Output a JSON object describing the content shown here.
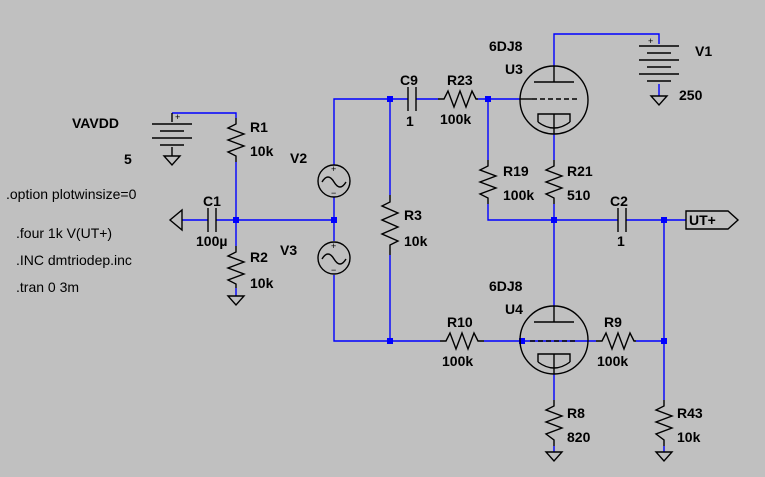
{
  "components": {
    "vavdd": {
      "name": "VAVDD",
      "value": "5"
    },
    "r1": {
      "name": "R1",
      "value": "10k"
    },
    "r2": {
      "name": "R2",
      "value": "10k"
    },
    "c1": {
      "name": "C1",
      "value": "100µ"
    },
    "v2": {
      "name": "V2"
    },
    "v3": {
      "name": "V3"
    },
    "c9": {
      "name": "C9",
      "value": "1"
    },
    "r23": {
      "name": "R23",
      "value": "100k"
    },
    "r3": {
      "name": "R3",
      "value": "10k"
    },
    "u3": {
      "name": "U3",
      "model": "6DJ8"
    },
    "v1": {
      "name": "V1",
      "value": "250"
    },
    "r19": {
      "name": "R19",
      "value": "100k"
    },
    "r21": {
      "name": "R21",
      "value": "510"
    },
    "c2": {
      "name": "C2",
      "value": "1"
    },
    "output": {
      "label": "UT+"
    },
    "u4": {
      "name": "U4",
      "model": "6DJ8"
    },
    "r10": {
      "name": "R10",
      "value": "100k"
    },
    "r9": {
      "name": "R9",
      "value": "100k"
    },
    "r8": {
      "name": "R8",
      "value": "820"
    },
    "r43": {
      "name": "R43",
      "value": "10k"
    }
  },
  "directives": [
    ".option plotwinsize=0",
    ".four 1k V(UT+)",
    ".INC dmtriodep.inc",
    ".tran 0 3m"
  ],
  "polarity": {
    "plus": "+",
    "minus": "−"
  }
}
